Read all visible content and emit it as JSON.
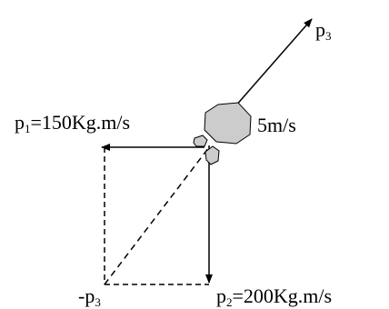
{
  "labels": {
    "p1_sym": "p",
    "p1_sub": "1",
    "p1_val": "=150Kg.m/s",
    "p2_sym": "p",
    "p2_sub": "2",
    "p2_val": "=200Kg.m/s",
    "p3_sym": "p",
    "p3_sub": "3",
    "neg_p3_sym": "-p",
    "neg_p3_sub": "3",
    "speed": "5m/s"
  },
  "colors": {
    "line": "#000000",
    "fragment_fill": "#cccccc",
    "fragment_stroke": "#000000"
  }
}
